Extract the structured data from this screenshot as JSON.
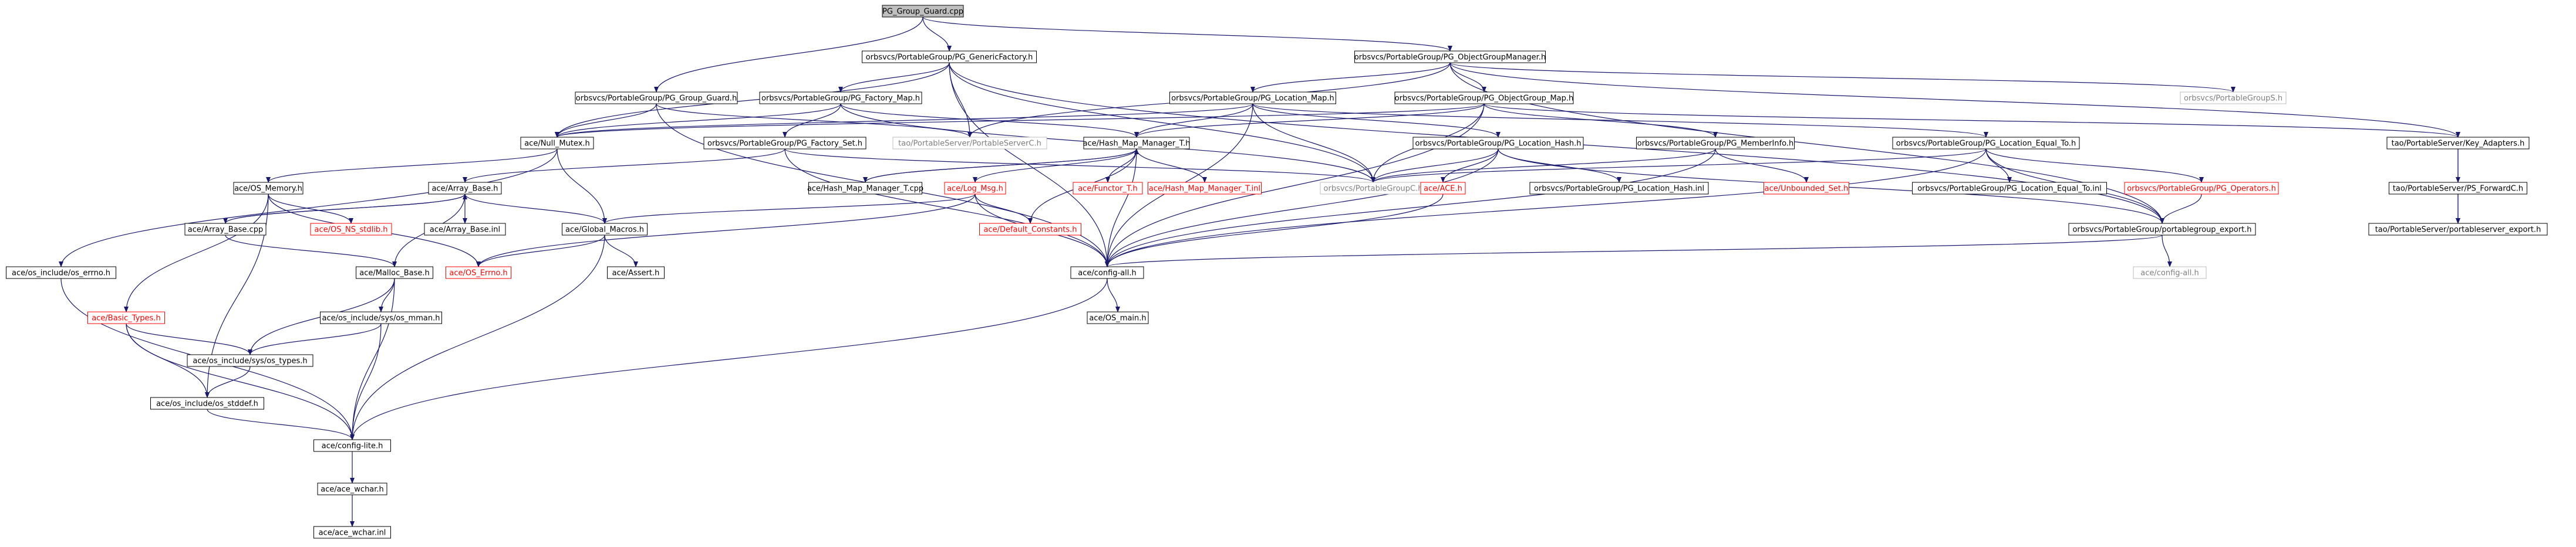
{
  "colors": {
    "edge": "#191970",
    "edge_template": "#9a32cd",
    "border_normal": "#000000",
    "border_external": "#ff0000",
    "border_missing": "#bfbfbf",
    "text_normal": "#000000",
    "text_external": "#ff0000",
    "text_missing": "#808080",
    "root_fill": "#bfbfbf",
    "node_fill": "#ffffff"
  },
  "graph": {
    "nodes": [
      {
        "id": "pg_group_guard_cpp",
        "label": "PG_Group_Guard.cpp",
        "kind": "root"
      },
      {
        "id": "pg_genericfactory_h",
        "label": "orbsvcs/PortableGroup/PG_GenericFactory.h",
        "kind": "normal"
      },
      {
        "id": "pg_objectgroupmanager_h",
        "label": "orbsvcs/PortableGroup/PG_ObjectGroupManager.h",
        "kind": "normal"
      },
      {
        "id": "pg_group_guard_h",
        "label": "orbsvcs/PortableGroup/PG_Group_Guard.h",
        "kind": "normal"
      },
      {
        "id": "pg_factory_map_h",
        "label": "orbsvcs/PortableGroup/PG_Factory_Map.h",
        "kind": "normal"
      },
      {
        "id": "pg_location_map_h",
        "label": "orbsvcs/PortableGroup/PG_Location_Map.h",
        "kind": "normal"
      },
      {
        "id": "pg_objectgroup_map_h",
        "label": "orbsvcs/PortableGroup/PG_ObjectGroup_Map.h",
        "kind": "normal"
      },
      {
        "id": "portablegroups_h",
        "label": "orbsvcs/PortableGroupS.h",
        "kind": "missing"
      },
      {
        "id": "null_mutex_h",
        "label": "ace/Null_Mutex.h",
        "kind": "normal"
      },
      {
        "id": "pg_factory_set_h",
        "label": "orbsvcs/PortableGroup/PG_Factory_Set.h",
        "kind": "normal"
      },
      {
        "id": "portableserverc_h",
        "label": "tao/PortableServer/PortableServerC.h",
        "kind": "missing"
      },
      {
        "id": "hash_map_manager_t_h",
        "label": "ace/Hash_Map_Manager_T.h",
        "kind": "normal"
      },
      {
        "id": "pg_location_hash_h",
        "label": "orbsvcs/PortableGroup/PG_Location_Hash.h",
        "kind": "normal"
      },
      {
        "id": "pg_memberinfo_h",
        "label": "orbsvcs/PortableGroup/PG_MemberInfo.h",
        "kind": "normal"
      },
      {
        "id": "pg_location_equal_to_h",
        "label": "orbsvcs/PortableGroup/PG_Location_Equal_To.h",
        "kind": "normal"
      },
      {
        "id": "key_adapters_h",
        "label": "tao/PortableServer/Key_Adapters.h",
        "kind": "normal"
      },
      {
        "id": "os_memory_h",
        "label": "ace/OS_Memory.h",
        "kind": "normal"
      },
      {
        "id": "array_base_h",
        "label": "ace/Array_Base.h",
        "kind": "normal"
      },
      {
        "id": "hash_map_manager_t_cpp",
        "label": "ace/Hash_Map_Manager_T.cpp",
        "kind": "normal"
      },
      {
        "id": "log_msg_h",
        "label": "ace/Log_Msg.h",
        "kind": "external"
      },
      {
        "id": "functor_t_h",
        "label": "ace/Functor_T.h",
        "kind": "external"
      },
      {
        "id": "hash_map_manager_t_inl",
        "label": "ace/Hash_Map_Manager_T.inl",
        "kind": "external"
      },
      {
        "id": "portablegroupc_h",
        "label": "orbsvcs/PortableGroupC.h",
        "kind": "missing"
      },
      {
        "id": "ace_h",
        "label": "ace/ACE.h",
        "kind": "external"
      },
      {
        "id": "pg_location_hash_inl",
        "label": "orbsvcs/PortableGroup/PG_Location_Hash.inl",
        "kind": "normal"
      },
      {
        "id": "unbounded_set_h",
        "label": "ace/Unbounded_Set.h",
        "kind": "external"
      },
      {
        "id": "pg_location_equal_to_inl",
        "label": "orbsvcs/PortableGroup/PG_Location_Equal_To.inl",
        "kind": "normal"
      },
      {
        "id": "pg_operators_h",
        "label": "orbsvcs/PortableGroup/PG_Operators.h",
        "kind": "external"
      },
      {
        "id": "ps_forwardc_h",
        "label": "tao/PortableServer/PS_ForwardC.h",
        "kind": "normal"
      },
      {
        "id": "array_base_cpp",
        "label": "ace/Array_Base.cpp",
        "kind": "normal"
      },
      {
        "id": "os_ns_stdlib_h",
        "label": "ace/OS_NS_stdlib.h",
        "kind": "external"
      },
      {
        "id": "array_base_inl",
        "label": "ace/Array_Base.inl",
        "kind": "normal"
      },
      {
        "id": "global_macros_h",
        "label": "ace/Global_Macros.h",
        "kind": "normal"
      },
      {
        "id": "default_constants_h",
        "label": "ace/Default_Constants.h",
        "kind": "external"
      },
      {
        "id": "portablegroup_export_h",
        "label": "orbsvcs/PortableGroup/portablegroup_export.h",
        "kind": "normal"
      },
      {
        "id": "portableserver_export_h",
        "label": "tao/PortableServer/portableserver_export.h",
        "kind": "normal"
      },
      {
        "id": "os_errno_h",
        "label": "ace/OS_Errno.h",
        "kind": "external"
      },
      {
        "id": "os_include_os_errno_h",
        "label": "ace/os_include/os_errno.h",
        "kind": "normal"
      },
      {
        "id": "malloc_base_h",
        "label": "ace/Malloc_Base.h",
        "kind": "normal"
      },
      {
        "id": "config_all_h",
        "label": "ace/config-all.h",
        "kind": "normal"
      },
      {
        "id": "config_all_h_missing",
        "label": "ace/config-all.h",
        "kind": "missing"
      },
      {
        "id": "assert_h",
        "label": "ace/Assert.h",
        "kind": "normal"
      },
      {
        "id": "basic_types_h",
        "label": "ace/Basic_Types.h",
        "kind": "external"
      },
      {
        "id": "os_include_sys_os_mman_h",
        "label": "ace/os_include/sys/os_mman.h",
        "kind": "normal"
      },
      {
        "id": "os_main_h",
        "label": "ace/OS_main.h",
        "kind": "normal"
      },
      {
        "id": "os_include_sys_os_types_h",
        "label": "ace/os_include/sys/os_types.h",
        "kind": "normal"
      },
      {
        "id": "os_include_os_stddef_h",
        "label": "ace/os_include/os_stddef.h",
        "kind": "normal"
      },
      {
        "id": "config_lite_h",
        "label": "ace/config-lite.h",
        "kind": "normal"
      },
      {
        "id": "ace_wchar_h",
        "label": "ace/ace_wchar.h",
        "kind": "normal"
      },
      {
        "id": "ace_wchar_inl",
        "label": "ace/ace_wchar.inl",
        "kind": "normal"
      }
    ],
    "edges": [
      [
        "pg_group_guard_cpp",
        "pg_genericfactory_h"
      ],
      [
        "pg_group_guard_cpp",
        "pg_objectgroupmanager_h"
      ],
      [
        "pg_group_guard_cpp",
        "pg_group_guard_h"
      ],
      [
        "pg_genericfactory_h",
        "pg_factory_map_h"
      ],
      [
        "pg_genericfactory_h",
        "null_mutex_h"
      ],
      [
        "pg_genericfactory_h",
        "portableserverc_h"
      ],
      [
        "pg_genericfactory_h",
        "portablegroupc_h"
      ],
      [
        "pg_genericfactory_h",
        "portablegroup_export_h"
      ],
      [
        "pg_genericfactory_h",
        "config_all_h"
      ],
      [
        "pg_objectgroupmanager_h",
        "pg_location_map_h"
      ],
      [
        "pg_objectgroupmanager_h",
        "pg_objectgroup_map_h"
      ],
      [
        "pg_objectgroupmanager_h",
        "portablegroups_h"
      ],
      [
        "pg_objectgroupmanager_h",
        "key_adapters_h"
      ],
      [
        "pg_objectgroupmanager_h",
        "portableserverc_h"
      ],
      [
        "pg_objectgroupmanager_h",
        "portablegroup_export_h"
      ],
      [
        "pg_group_guard_h",
        "null_mutex_h"
      ],
      [
        "pg_group_guard_h",
        "portableserverc_h"
      ],
      [
        "pg_group_guard_h",
        "config_all_h"
      ],
      [
        "pg_factory_map_h",
        "pg_factory_set_h"
      ],
      [
        "pg_factory_map_h",
        "hash_map_manager_t_h"
      ],
      [
        "pg_factory_map_h",
        "null_mutex_h"
      ],
      [
        "pg_factory_map_h",
        "portablegroupc_h"
      ],
      [
        "pg_location_map_h",
        "pg_location_hash_h"
      ],
      [
        "pg_location_map_h",
        "pg_location_equal_to_h"
      ],
      [
        "pg_location_map_h",
        "hash_map_manager_t_h"
      ],
      [
        "pg_location_map_h",
        "null_mutex_h"
      ],
      [
        "pg_location_map_h",
        "portablegroupc_h"
      ],
      [
        "pg_location_map_h",
        "config_all_h"
      ],
      [
        "pg_objectgroup_map_h",
        "pg_memberinfo_h"
      ],
      [
        "pg_objectgroup_map_h",
        "hash_map_manager_t_h"
      ],
      [
        "pg_objectgroup_map_h",
        "null_mutex_h"
      ],
      [
        "pg_objectgroup_map_h",
        "key_adapters_h"
      ],
      [
        "pg_objectgroup_map_h",
        "portablegroupc_h"
      ],
      [
        "pg_objectgroup_map_h",
        "config_all_h"
      ],
      [
        "null_mutex_h",
        "os_memory_h"
      ],
      [
        "null_mutex_h",
        "global_macros_h"
      ],
      [
        "null_mutex_h",
        "os_include_os_errno_h"
      ],
      [
        "pg_factory_set_h",
        "array_base_h"
      ],
      [
        "pg_factory_set_h",
        "portablegroupc_h"
      ],
      [
        "pg_factory_set_h",
        "config_all_h"
      ],
      [
        "hash_map_manager_t_h",
        "hash_map_manager_t_cpp"
      ],
      [
        "hash_map_manager_t_h",
        "log_msg_h"
      ],
      [
        "hash_map_manager_t_h",
        "functor_t_h"
      ],
      [
        "hash_map_manager_t_h",
        "hash_map_manager_t_inl"
      ],
      [
        "hash_map_manager_t_h",
        "default_constants_h"
      ],
      [
        "hash_map_manager_t_h",
        "config_all_h"
      ],
      [
        "hash_map_manager_t_cpp",
        "hash_map_manager_t_h"
      ],
      [
        "pg_location_hash_h",
        "ace_h"
      ],
      [
        "pg_location_hash_h",
        "pg_location_hash_inl"
      ],
      [
        "pg_location_hash_h",
        "portablegroupc_h"
      ],
      [
        "pg_location_hash_h",
        "portablegroup_export_h"
      ],
      [
        "pg_location_hash_h",
        "config_all_h"
      ],
      [
        "pg_memberinfo_h",
        "unbounded_set_h"
      ],
      [
        "pg_memberinfo_h",
        "portablegroupc_h"
      ],
      [
        "pg_memberinfo_h",
        "config_all_h"
      ],
      [
        "pg_location_equal_to_h",
        "pg_location_equal_to_inl"
      ],
      [
        "pg_location_equal_to_h",
        "pg_operators_h"
      ],
      [
        "pg_location_equal_to_h",
        "portablegroup_export_h"
      ],
      [
        "pg_location_equal_to_h",
        "portablegroupc_h"
      ],
      [
        "pg_location_equal_to_h",
        "config_all_h"
      ],
      [
        "pg_operators_h",
        "portablegroup_export_h"
      ],
      [
        "key_adapters_h",
        "ps_forwardc_h"
      ],
      [
        "key_adapters_h",
        "portableserver_export_h"
      ],
      [
        "ps_forwardc_h",
        "portableserver_export_h"
      ],
      [
        "os_memory_h",
        "os_ns_stdlib_h"
      ],
      [
        "os_memory_h",
        "os_errno_h"
      ],
      [
        "os_memory_h",
        "basic_types_h"
      ],
      [
        "os_memory_h",
        "os_include_os_stddef_h"
      ],
      [
        "array_base_h",
        "array_base_cpp"
      ],
      [
        "array_base_h",
        "array_base_inl"
      ],
      [
        "array_base_h",
        "global_macros_h"
      ],
      [
        "array_base_h",
        "malloc_base_h"
      ],
      [
        "array_base_cpp",
        "array_base_h"
      ],
      [
        "array_base_cpp",
        "malloc_base_h"
      ],
      [
        "log_msg_h",
        "default_constants_h"
      ],
      [
        "log_msg_h",
        "global_macros_h"
      ],
      [
        "log_msg_h",
        "os_errno_h"
      ],
      [
        "log_msg_h",
        "config_all_h"
      ],
      [
        "ace_h",
        "config_all_h"
      ],
      [
        "global_macros_h",
        "os_errno_h"
      ],
      [
        "global_macros_h",
        "assert_h"
      ],
      [
        "global_macros_h",
        "config_lite_h"
      ],
      [
        "portablegroup_export_h",
        "config_all_h"
      ],
      [
        "portablegroup_export_h",
        "config_all_h_missing"
      ],
      [
        "os_include_os_errno_h",
        "config_lite_h"
      ],
      [
        "malloc_base_h",
        "os_include_sys_os_mman_h"
      ],
      [
        "malloc_base_h",
        "os_include_sys_os_types_h"
      ],
      [
        "malloc_base_h",
        "config_lite_h"
      ],
      [
        "config_all_h",
        "os_main_h"
      ],
      [
        "config_all_h",
        "config_lite_h"
      ],
      [
        "basic_types_h",
        "os_include_sys_os_types_h"
      ],
      [
        "basic_types_h",
        "os_include_os_stddef_h"
      ],
      [
        "basic_types_h",
        "config_lite_h"
      ],
      [
        "os_include_sys_os_mman_h",
        "os_include_sys_os_types_h"
      ],
      [
        "os_include_sys_os_mman_h",
        "config_lite_h"
      ],
      [
        "os_include_sys_os_types_h",
        "os_include_os_stddef_h"
      ],
      [
        "os_include_os_stddef_h",
        "config_lite_h"
      ],
      [
        "config_lite_h",
        "ace_wchar_h"
      ],
      [
        "ace_wchar_h",
        "ace_wchar_inl"
      ]
    ]
  }
}
